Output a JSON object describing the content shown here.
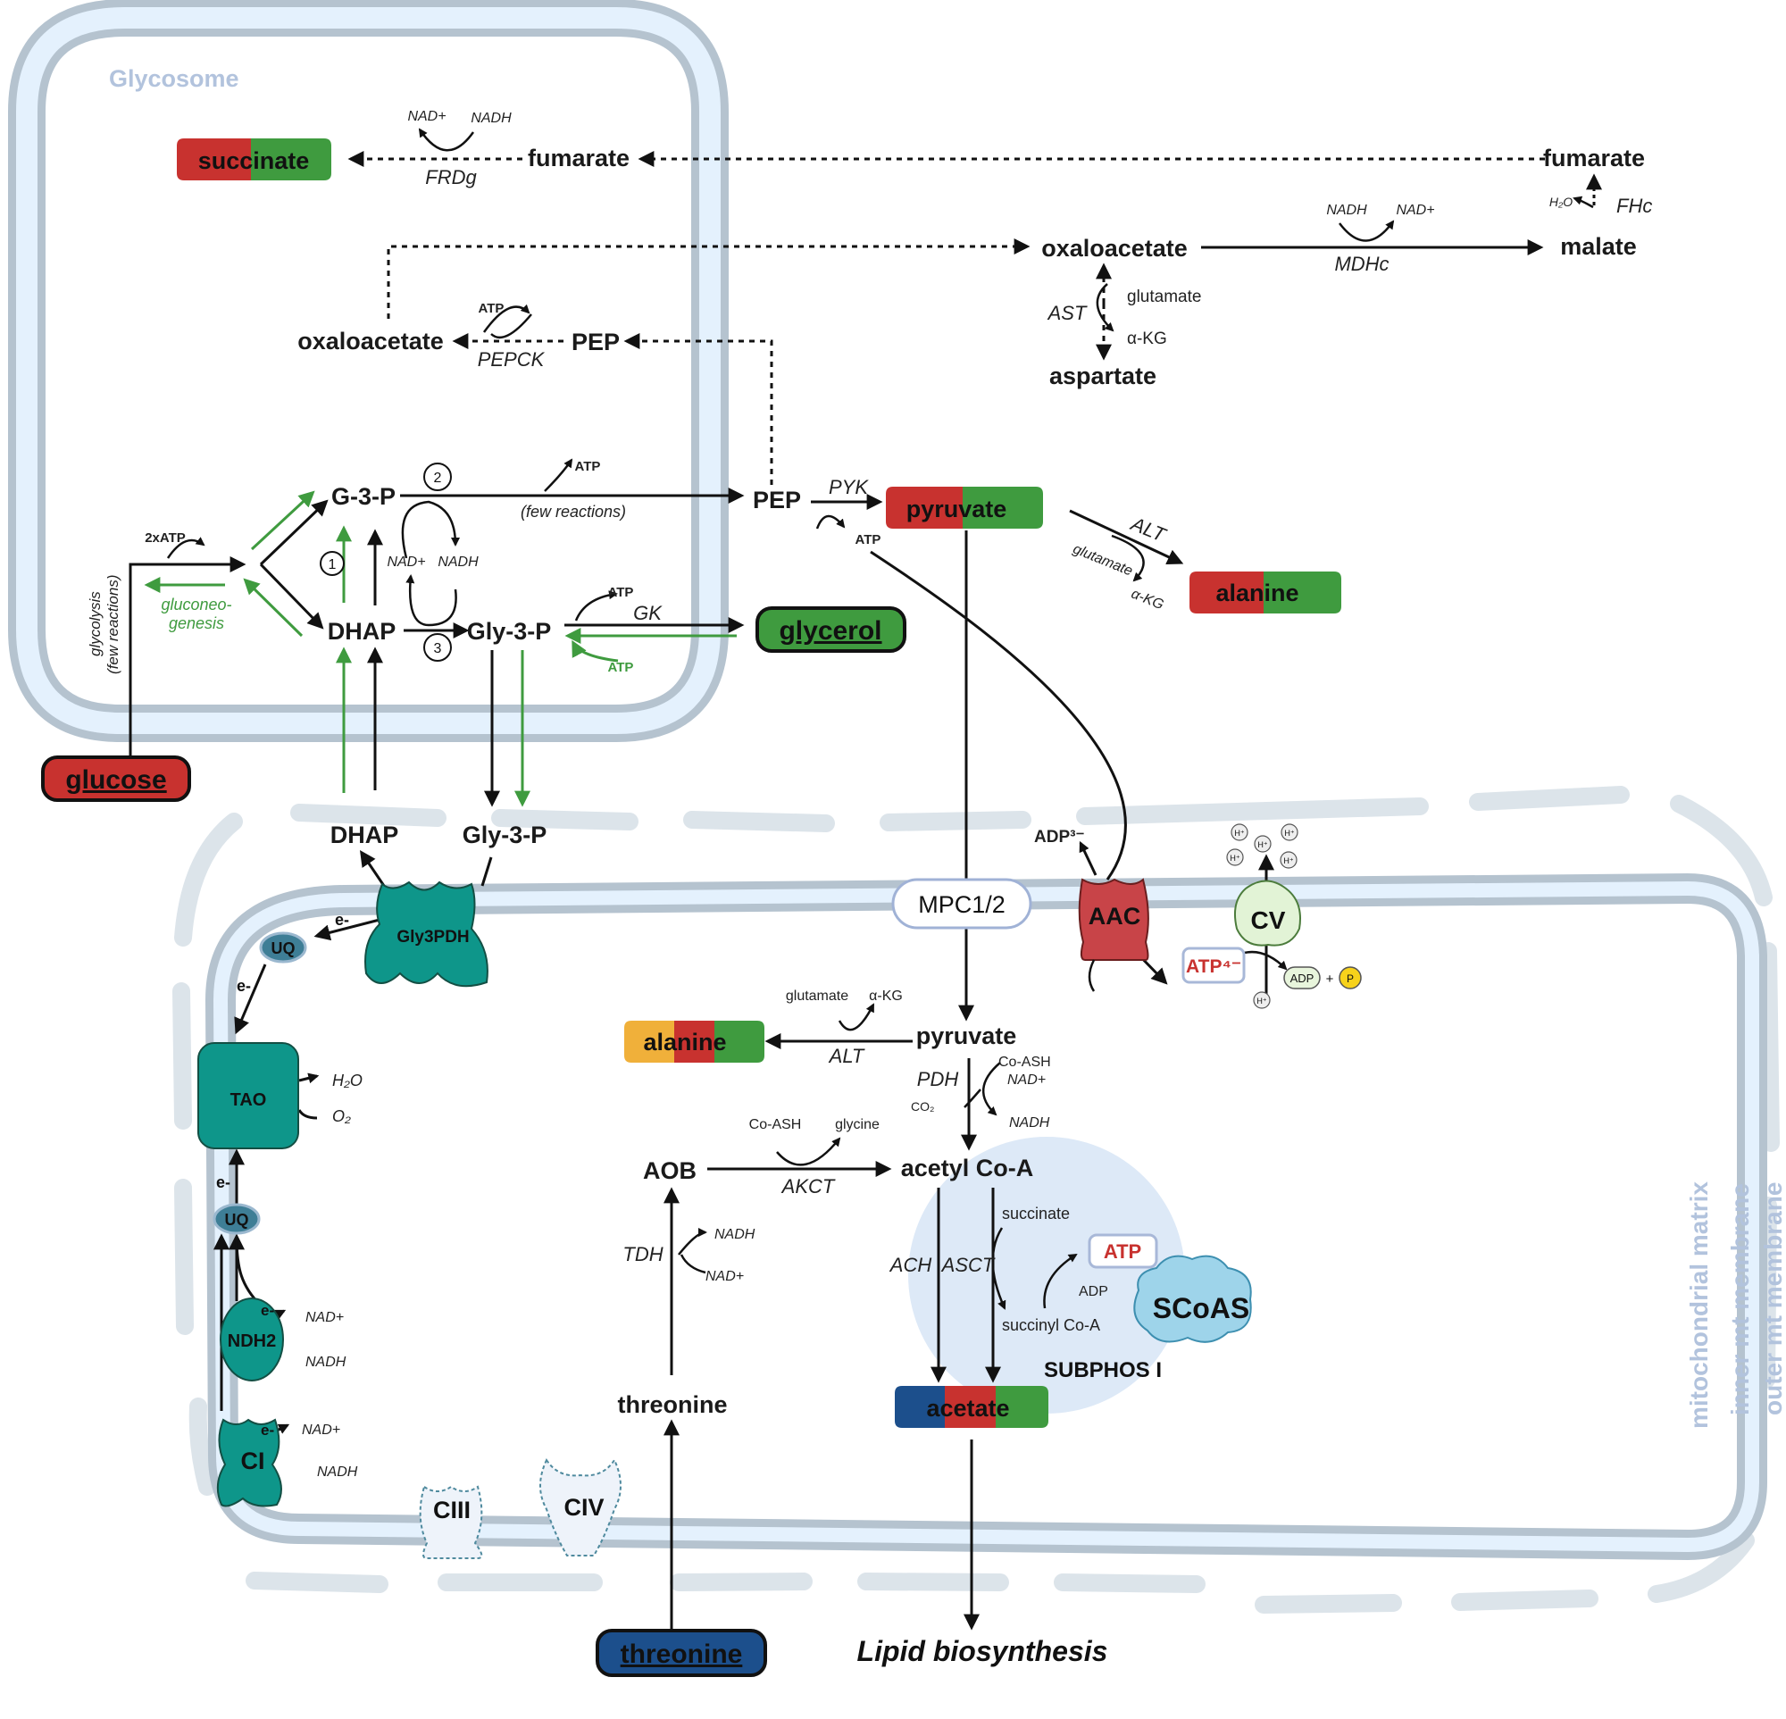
{
  "colors": {
    "red": "#c8322f",
    "green": "#3f9b3f",
    "blue": "#1c4f8c",
    "orange": "#f0b03a",
    "teal": "#0e968a",
    "membrane": "#b5c3cf",
    "membrane_fill": "#e4f1fd",
    "label": "#b2c3dd"
  },
  "labels": {
    "glycosome": "Glycosome",
    "matrix": "mitochondrial matrix",
    "inner": "inner mt membrane",
    "outer": "outer mt membrane",
    "lipid": "Lipid biosynthesis",
    "subphos": "SUBPHOS I",
    "scoas": "SCoAS"
  },
  "boxes": {
    "succinate": "succinate",
    "pyruvate": "pyruvate",
    "alanine1": "alanine",
    "glycerol": "glycerol",
    "glucose": "glucose",
    "alanine2": "alanine",
    "acetate": "acetate",
    "threonine": "threonine"
  },
  "metabolites": {
    "fumarate_g": "fumarate",
    "fumarate_c": "fumarate",
    "malate": "malate",
    "oaa_c": "oxaloacetate",
    "aspartate": "aspartate",
    "oaa_g": "oxaloacetate",
    "pep_g": "PEP",
    "g3p": "G-3-P",
    "pep": "PEP",
    "dhap_g": "DHAP",
    "gly3p_g": "Gly-3-P",
    "dhap_m": "DHAP",
    "gly3p_m": "Gly-3-P",
    "pyruvate_m": "pyruvate",
    "acetylcoa": "acetyl Co-A",
    "aob": "AOB",
    "threonine_m": "threonine"
  },
  "enzymes": {
    "frdg": "FRDg",
    "mdhc": "MDHc",
    "fhc": "FHc",
    "ast": "AST",
    "pepck": "PEPCK",
    "pyk": "PYK",
    "alt1": "ALT",
    "gk": "GK",
    "alt2": "ALT",
    "pdh": "PDH",
    "akct": "AKCT",
    "tdh": "TDH",
    "ach": "ACH",
    "asct": "ASCT"
  },
  "cofactors": {
    "nadplus_frd": "NAD+",
    "nadh_frd": "NADH",
    "nadh_mdh": "NADH",
    "nadplus_mdh": "NAD+",
    "h2o_fh": "H₂O",
    "glutamate_ast": "glutamate",
    "akg_ast": "α-KG",
    "atp_pepck": "ATP",
    "atp_few": "ATP",
    "few_reactions": "(few reactions)",
    "nadplus_g": "NAD+",
    "nadh_g": "NADH",
    "atp_2x": "2xATP",
    "atp_pyk": "ATP",
    "glutamate_alt": "glutamate",
    "akg_alt": "α-KG",
    "atp_gk1": "ATP",
    "atp_gk2": "ATP",
    "glycolysis1": "glycolysis",
    "glycolysis2": "(few reactions)",
    "gluconeo1": "gluconeo-",
    "gluconeo2": "genesis",
    "step1": "1",
    "step2": "2",
    "step3": "3",
    "glutamate_alt2": "glutamate",
    "akg_alt2": "α-KG",
    "coash_pdh": "Co-ASH",
    "nadplus_pdh": "NAD+",
    "co2_pdh": "CO₂",
    "nadh_pdh": "NADH",
    "coash_akct": "Co-ASH",
    "glycine_akct": "glycine",
    "nadh_tdh": "NADH",
    "nadplus_tdh": "NAD+",
    "succinate_sc": "succinate",
    "succinylcoa": "succinyl Co-A",
    "adp_sc": "ADP",
    "atp_sc": "ATP",
    "h2o_tao": "H₂O",
    "o2_tao": "O₂",
    "nadplus_ndh2": "NAD+",
    "nadh_ndh2": "NADH",
    "nadplus_ci": "NAD+",
    "nadh_ci": "NADH",
    "adp3": "ADP³⁻",
    "atp4": "ATP⁴⁻",
    "adp_cv": "ADP",
    "plus_cv": "+",
    "p_cv": "P",
    "hplus": "H⁺",
    "e_minus": "e-"
  },
  "complexes": {
    "mpc": "MPC1/2",
    "aac": "AAC",
    "cv": "CV",
    "gly3pdh": "Gly3PDH",
    "uq": "UQ",
    "tao": "TAO",
    "ndh2": "NDH2",
    "ci": "CI",
    "ciii": "CIII",
    "civ": "CIV"
  }
}
